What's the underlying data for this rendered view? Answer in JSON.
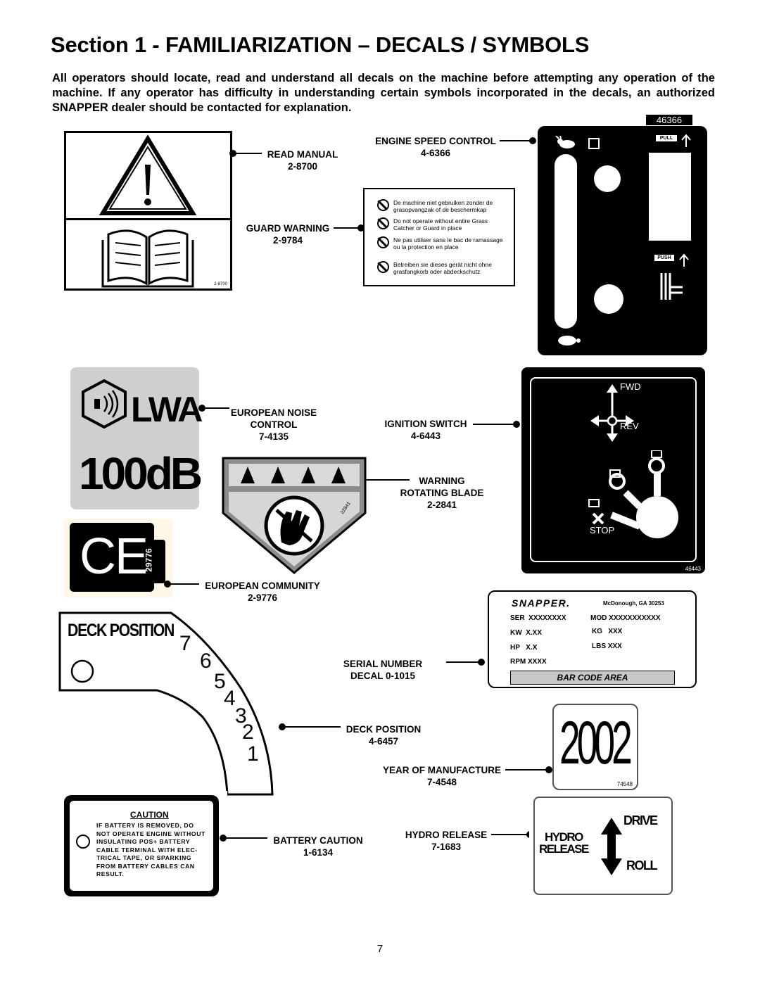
{
  "page": {
    "title": "Section 1 - FAMILIARIZATION – DECALS / SYMBOLS",
    "intro": "All operators should locate, read and understand all decals on the machine before attempting any operation of the machine. If any operator has difficulty in understanding certain symbols incorporated in the decals, an authorized SNAPPER dealer should be contacted for explanation.",
    "page_number": "7"
  },
  "labels": {
    "read_manual": {
      "name": "READ MANUAL",
      "part": "2-8700"
    },
    "guard_warning": {
      "name": "GUARD WARNING",
      "part": "2-9784"
    },
    "engine_speed": {
      "name": "ENGINE SPEED CONTROL",
      "part": "4-6366"
    },
    "european_noise": {
      "line1": "EUROPEAN NOISE",
      "line2": "CONTROL",
      "part": "7-4135"
    },
    "ignition": {
      "name": "IGNITION SWITCH",
      "part": "4-6443"
    },
    "warning_blade": {
      "line1": "WARNING",
      "line2": "ROTATING BLADE",
      "part": "2-2841"
    },
    "european_community": {
      "name": "EUROPEAN COMMUNITY",
      "part": "2-9776"
    },
    "serial": {
      "line1": "SERIAL NUMBER",
      "line2": "DECAL  0-1015"
    },
    "deck_position": {
      "name": "DECK POSITION",
      "part": "4-6457"
    },
    "year": {
      "name": "YEAR OF MANUFACTURE",
      "part": "7-4548"
    },
    "battery": {
      "name": "BATTERY CAUTION",
      "part": "1-6134"
    },
    "hydro": {
      "name": "HYDRO RELEASE",
      "part": "7-1683"
    }
  },
  "decals": {
    "read_manual_code": "2-8700",
    "guard_lines": [
      "De machine niet gebruiken zonder de grasopvangzak of de beschermkap",
      "Do not operate without entire Grass Catcher or Guard in place",
      "Ne pas utiliser sans le bac de ramassage ou la protection en place",
      "Betreiben sie dieses gerät nicht ohne grasfangkorb oder abdeckschutz"
    ],
    "engine_speed_code": "46366",
    "engine_pull": "PULL",
    "engine_push": "PUSH",
    "noise_lwa": "LWA",
    "noise_db": "100dB",
    "ce_mark": "CE",
    "ce_code": "29776",
    "blade_code": "22841",
    "ignition_fwd": "FWD",
    "ignition_rev": "REV",
    "ignition_stop": "STOP",
    "ignition_code": "46443",
    "serial_brand": "SNAPPER.",
    "serial_location": "McDonough, GA 30253",
    "serial_ser": "SER",
    "serial_ser_val": "XXXXXXXX",
    "serial_mod": "MOD",
    "serial_mod_val": "XXXXXXXXXXX",
    "serial_kw": "KW",
    "serial_kw_val": "X.XX",
    "serial_kg": "KG",
    "serial_kg_val": "XXX",
    "serial_hp": "HP",
    "serial_hp_val": "X.X",
    "serial_lbs": "LBS",
    "serial_lbs_val": "XXX",
    "serial_rpm": "RPM",
    "serial_rpm_val": "XXXX",
    "serial_barcode": "BAR CODE AREA",
    "deck_title": "DECK POSITION",
    "deck_numbers": [
      "7",
      "6",
      "5",
      "4",
      "3",
      "2",
      "1"
    ],
    "year_value": "2002",
    "year_code": "74548",
    "caution_title": "CAUTION",
    "caution_lines": [
      "IF BATTERY IS REMOVED, DO",
      "NOT OPERATE ENGINE WITHOUT",
      "INSULATING POS+ BATTERY",
      "CABLE TERMINAL WITH ELEC-",
      "TRICAL TAPE, OR SPARKING",
      "FROM BATTERY CABLES CAN",
      "RESULT."
    ],
    "hydro_drive": "DRIVE",
    "hydro_line1": "HYDRO",
    "hydro_line2": "RELEASE",
    "hydro_roll": "ROLL"
  }
}
